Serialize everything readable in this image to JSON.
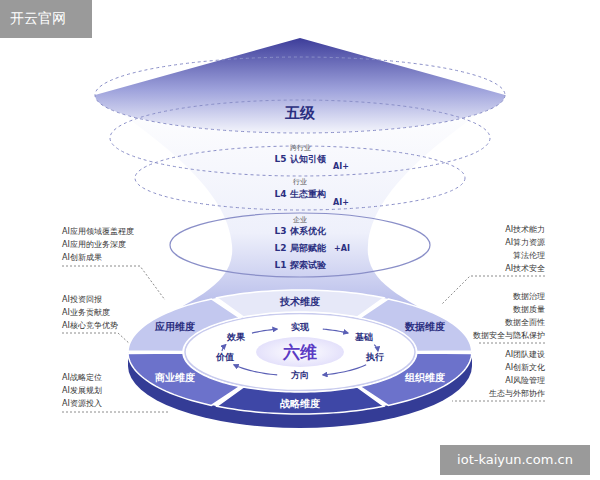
{
  "diagram": {
    "nodes": [
      {
        "text": [
          "技术维度"
        ]
      },
      {
        "text": [
          "数据维度"
        ]
      },
      {
        "text": [
          "组织维度"
        ]
      },
      {
        "text": [
          "战略维度"
        ]
      },
      {
        "text": [
          "商业维度"
        ]
      },
      {
        "text": [
          "应用维度"
        ]
      },
      {
        "text": [
          "六维"
        ]
      }
    ],
    "labels": [
      "开云官网",
      "五级",
      "跨行业",
      "L5 认知引领",
      "AI+",
      "行业",
      "L4 生态重构",
      "AI+",
      "企业",
      "L3 体系优化",
      "L2 局部赋能",
      "+AI",
      "L1 探索试验",
      "AI应用领域覆盖程度",
      "AI应用的业务深度",
      "AI创新成果",
      "AI投资回报",
      "AI业务贡献度",
      "AI核心竞争优势",
      "AI战略定位",
      "AI发展规划",
      "AI资源投入",
      "AI技术能力",
      "AI算力资源",
      "算法伦理",
      "AI技术安全",
      "数据治理",
      "数据质量",
      "数据全面性",
      "数据安全与隐私保护",
      "AI团队建设",
      "AI创新文化",
      "AI风险管理",
      "生态与外部协作",
      "实现",
      "基础",
      "执行",
      "方向",
      "价值",
      "效果",
      "iot-kaiyun.com.cn"
    ]
  }
}
